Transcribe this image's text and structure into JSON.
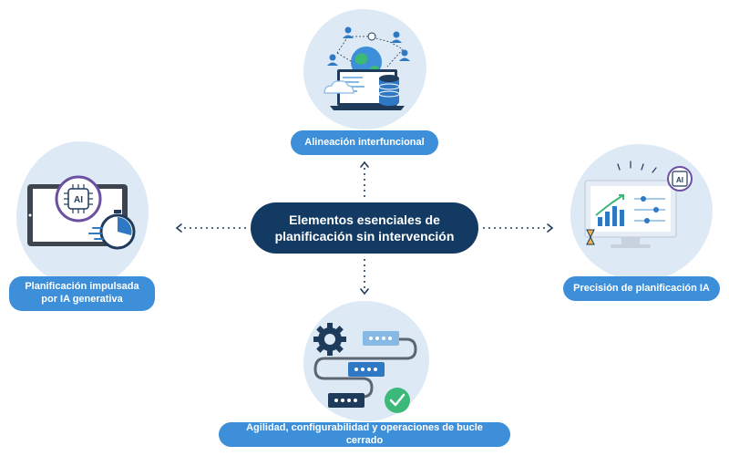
{
  "center": {
    "line1": "Elementos esenciales de",
    "line2": "planificación sin intervención"
  },
  "nodes": {
    "top": {
      "label": "Alineación interfuncional"
    },
    "left": {
      "line1": "Planificación impulsada",
      "line2": "por IA generativa"
    },
    "right": {
      "label": "Precisión de planificación IA"
    },
    "bottom": {
      "label": "Agilidad, configurabilidad y operaciones de bucle cerrado"
    }
  },
  "badges": {
    "ai_left": "AI",
    "ai_right": "AI"
  },
  "colors": {
    "center_bg": "#123a63",
    "pill_bg": "#3d8fd9",
    "blob_bg": "#dde9f5",
    "icon_dark": "#1f3b5c",
    "icon_blue": "#2f78c4",
    "icon_light_blue": "#86b9e6",
    "check_green": "#3cb878",
    "ai_purple": "#6b4fa0"
  }
}
